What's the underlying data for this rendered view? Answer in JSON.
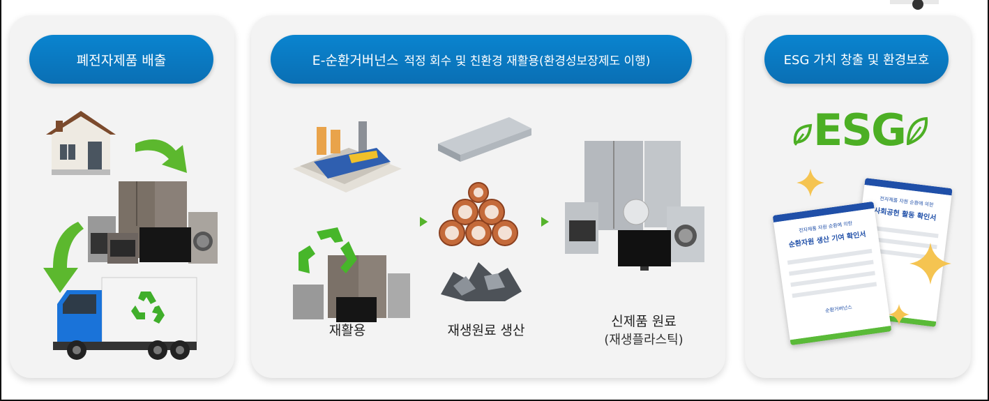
{
  "panel1": {
    "title": "폐전자제품 배출"
  },
  "panel2": {
    "title_main": "E-순환거버넌스",
    "title_sub": "적정 회수 및 친환경 재활용(환경성보장제도 이행)",
    "label_recycle": "재활용",
    "label_material": "재생원료 생산",
    "label_product": "신제품 원료",
    "label_product_sub": "(재생플라스틱)"
  },
  "panel3": {
    "title": "ESG 가치 창출 및 환경보호",
    "esg_logo": "ESG",
    "cert_front_small": "전자제품 자원 순환에 의한",
    "cert_front_title": "순환자원 생산 기여 확인서",
    "cert_back_small": "전자제품 자원 순환에 의한",
    "cert_back_title": "사회공헌 활동 확인서",
    "cert_logo": "순환거버넌스"
  },
  "colors": {
    "pill": "#0a7bc2",
    "green": "#4caf24",
    "panel": "#f3f3f3"
  }
}
